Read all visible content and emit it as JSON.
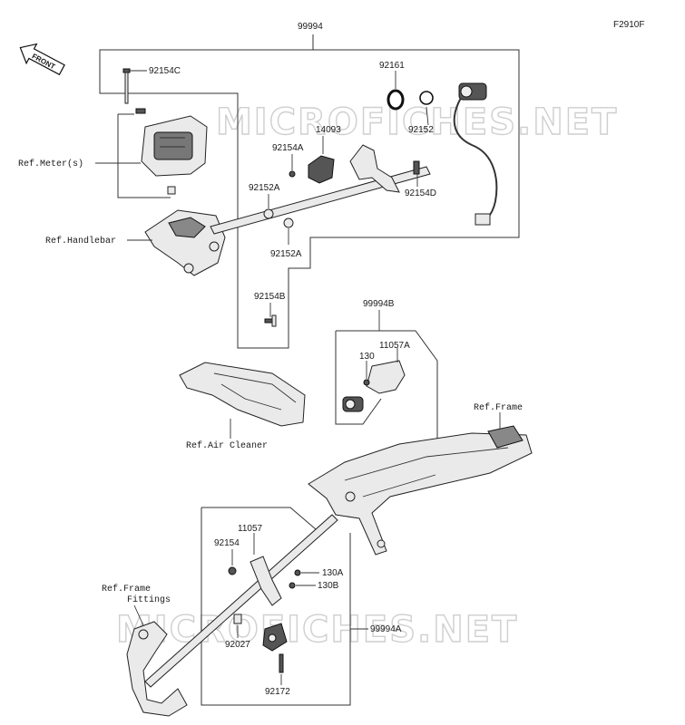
{
  "figure_code": "F2910F",
  "front_badge": "FRONT",
  "watermark": "MICROFICHES.NET",
  "part_labels": {
    "p99994": "99994",
    "p92154C": "92154C",
    "p92161": "92161",
    "p14093": "14093",
    "p92154A": "92154A",
    "p92152": "92152",
    "p92152A_1": "92152A",
    "p92154D": "92154D",
    "p92152A_2": "92152A",
    "p92154B": "92154B",
    "p99994B": "99994B",
    "p130": "130",
    "p11057A": "11057A",
    "p11057": "11057",
    "p92154": "92154",
    "p130A": "130A",
    "p130B": "130B",
    "p99994A": "99994A",
    "p92027": "92027",
    "p92172": "92172"
  },
  "references": {
    "meter": "Ref.Meter(s)",
    "handlebar": "Ref.Handlebar",
    "air_cleaner": "Ref.Air Cleaner",
    "frame": "Ref.Frame",
    "frame_fittings_1": "Ref.Frame",
    "frame_fittings_2": "Fittings"
  }
}
